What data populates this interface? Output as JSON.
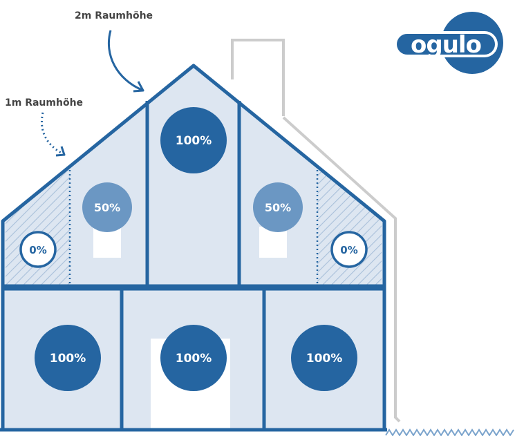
{
  "annotations": {
    "label_2m": "2m Raumhöhe",
    "label_1m": "1m Raumhöhe"
  },
  "logo": {
    "text": "ogulo"
  },
  "rooms": {
    "attic_left_edge": "0%",
    "attic_left": "50%",
    "attic_center": "100%",
    "attic_right": "50%",
    "attic_right_edge": "0%",
    "ground_left": "100%",
    "ground_center": "100%",
    "ground_right": "100%"
  },
  "colors": {
    "primary": "#2565a1",
    "mid": "#6b97c3",
    "light_fill": "#dde6f1",
    "chimney_outline": "#cccccc",
    "white": "#ffffff"
  }
}
